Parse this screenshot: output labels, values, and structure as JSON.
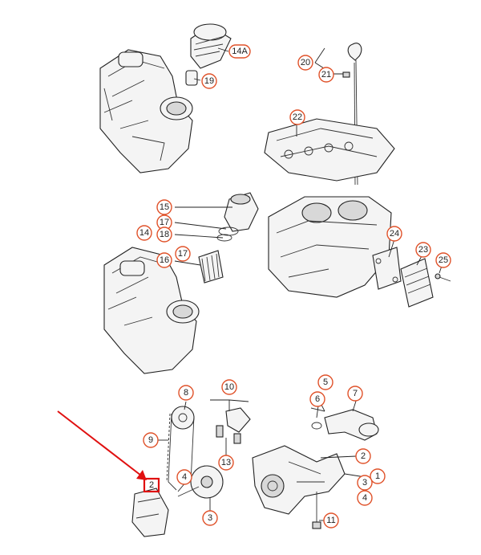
{
  "diagram": {
    "callouts": [
      {
        "id": "c14a",
        "label": "14A"
      },
      {
        "id": "c19",
        "label": "19"
      },
      {
        "id": "c20",
        "label": "20"
      },
      {
        "id": "c21",
        "label": "21"
      },
      {
        "id": "c22",
        "label": "22"
      },
      {
        "id": "c15",
        "label": "15"
      },
      {
        "id": "c17a",
        "label": "17"
      },
      {
        "id": "c14",
        "label": "14"
      },
      {
        "id": "c18",
        "label": "18"
      },
      {
        "id": "c16",
        "label": "16"
      },
      {
        "id": "c17b",
        "label": "17"
      },
      {
        "id": "c24",
        "label": "24"
      },
      {
        "id": "c23",
        "label": "23"
      },
      {
        "id": "c25",
        "label": "25"
      },
      {
        "id": "c8",
        "label": "8"
      },
      {
        "id": "c10",
        "label": "10"
      },
      {
        "id": "c5",
        "label": "5"
      },
      {
        "id": "c6",
        "label": "6"
      },
      {
        "id": "c7",
        "label": "7"
      },
      {
        "id": "c9",
        "label": "9"
      },
      {
        "id": "c13",
        "label": "13"
      },
      {
        "id": "c4a",
        "label": "4"
      },
      {
        "id": "c2a",
        "label": "2"
      },
      {
        "id": "c2b",
        "label": "2"
      },
      {
        "id": "c1",
        "label": "1"
      },
      {
        "id": "c3a",
        "label": "3"
      },
      {
        "id": "c4b",
        "label": "4"
      },
      {
        "id": "c3b",
        "label": "3"
      },
      {
        "id": "c11",
        "label": "11"
      }
    ],
    "highlighted_part": "2",
    "colors": {
      "callout_ring": "#e0522a",
      "highlight": "#e01010",
      "line_art": "#222222"
    }
  }
}
